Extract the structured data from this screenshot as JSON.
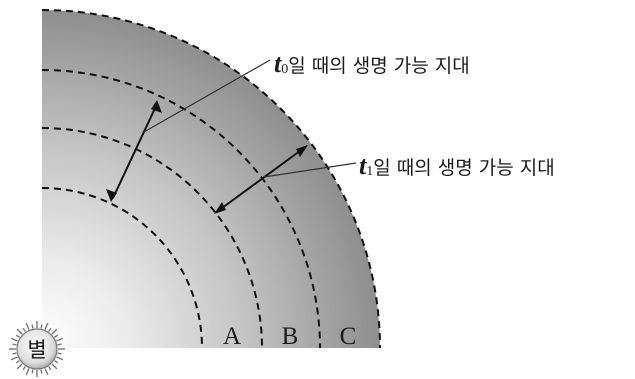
{
  "star_label": "별",
  "zones": {
    "a": "A",
    "b": "B",
    "c": "C"
  },
  "callouts": {
    "t0": {
      "symbol": "t",
      "subscript": "0",
      "text": "일 때의 생명 가능 지대"
    },
    "t1": {
      "symbol": "t",
      "subscript": "1",
      "text": "일 때의 생명 가능 지대"
    }
  },
  "colors": {
    "center": "#ffffff",
    "edge": "#8a8a8a",
    "ink": "#1a1a1a"
  },
  "icons": {
    "star": "star-icon"
  }
}
